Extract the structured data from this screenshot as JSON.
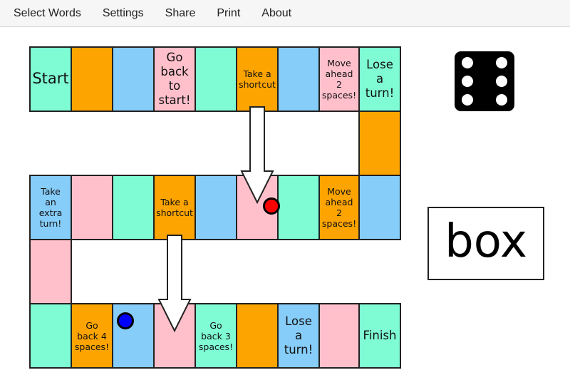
{
  "menu": [
    "Select Words",
    "Settings",
    "Share",
    "Print",
    "About"
  ],
  "colors": {
    "mint": "#7ffcd4",
    "orange": "#fea400",
    "blue": "#87cdfa",
    "pink": "#ffc0cb",
    "red_piece": "#ff0000",
    "blue_piece": "#0000ff",
    "die": "#000000"
  },
  "board": {
    "cells": [
      {
        "label": "Start",
        "color": "mint",
        "size": "large"
      },
      {
        "label": "",
        "color": "orange"
      },
      {
        "label": "",
        "color": "blue"
      },
      {
        "label": "Go\nback\nto\nstart!",
        "color": "pink",
        "size": "medium"
      },
      {
        "label": "",
        "color": "mint"
      },
      {
        "label": "Take a\nshortcut",
        "color": "orange",
        "size": "small"
      },
      {
        "label": "",
        "color": "blue"
      },
      {
        "label": "Move\nahead\n2\nspaces!",
        "color": "pink",
        "size": "small"
      },
      {
        "label": "Lose\na\nturn!",
        "color": "mint",
        "size": "medium"
      },
      {
        "label": "",
        "color": "orange"
      },
      {
        "label": "",
        "color": "blue"
      },
      {
        "label": "Move\nahead\n2\nspaces!",
        "color": "orange",
        "size": "small"
      },
      {
        "label": "",
        "color": "mint"
      },
      {
        "label": "",
        "color": "pink"
      },
      {
        "label": "",
        "color": "blue"
      },
      {
        "label": "Take a\nshortcut",
        "color": "orange",
        "size": "small"
      },
      {
        "label": "",
        "color": "mint"
      },
      {
        "label": "",
        "color": "pink"
      },
      {
        "label": "Take\nan\nextra\nturn!",
        "color": "blue",
        "size": "small"
      },
      {
        "label": "",
        "color": "pink"
      },
      {
        "label": "",
        "color": "mint"
      },
      {
        "label": "Go\nback 4\nspaces!",
        "color": "orange",
        "size": "small"
      },
      {
        "label": "",
        "color": "blue"
      },
      {
        "label": "",
        "color": "pink"
      },
      {
        "label": "Go\nback 3\nspaces!",
        "color": "mint",
        "size": "small"
      },
      {
        "label": "",
        "color": "orange"
      },
      {
        "label": "Lose\na\nturn!",
        "color": "blue",
        "size": "medium"
      },
      {
        "label": "",
        "color": "pink"
      },
      {
        "label": "Finish",
        "color": "mint",
        "size": "medium"
      }
    ],
    "shortcuts": [
      {
        "from": 5,
        "to": 13
      },
      {
        "from": 15,
        "to": 23
      }
    ],
    "pieces": [
      {
        "player": "red",
        "color": "red_piece",
        "cell": 13
      },
      {
        "player": "blue",
        "color": "blue_piece",
        "cell": 22
      }
    ]
  },
  "die": {
    "value": 6
  },
  "word_card": {
    "word": "box"
  }
}
